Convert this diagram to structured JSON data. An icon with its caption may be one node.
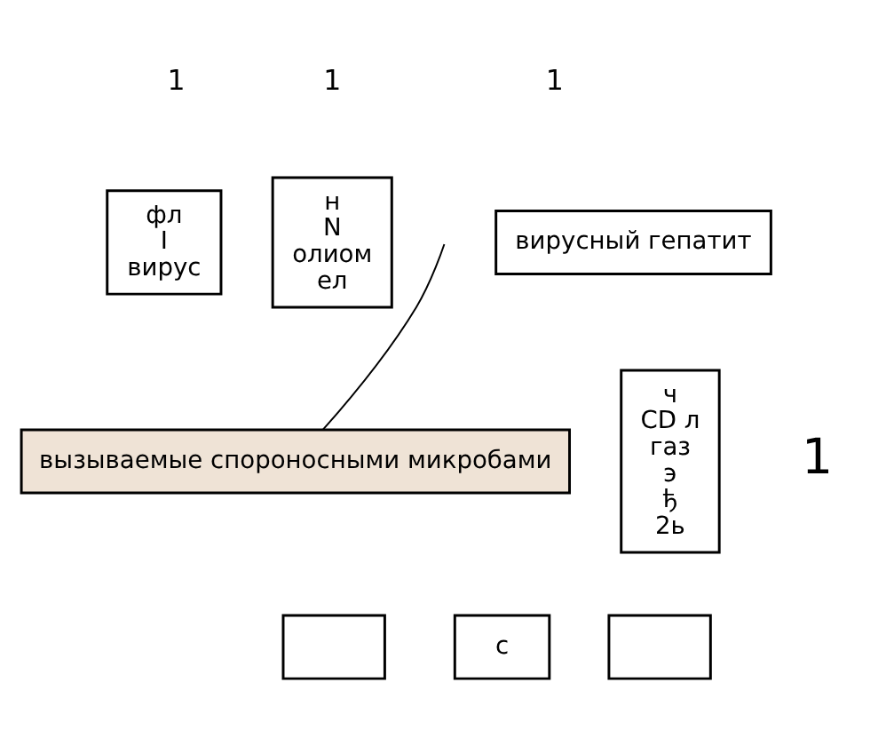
{
  "diagram": {
    "nodes": [
      {
        "text": [
          "фл",
          "I",
          "вирус"
        ]
      },
      {
        "text": [
          "н",
          "N",
          "олиом",
          "ел"
        ]
      },
      {
        "text": [
          "вирусный гепатит"
        ]
      },
      {
        "text": [
          "вызываемые спороносными микробами"
        ]
      },
      {
        "text": [
          "ч",
          "CD л",
          "газ",
          "э",
          "ђ",
          "2ь"
        ]
      },
      {
        "text": [],
        "shape": "box"
      },
      {
        "text": [
          "c"
        ]
      },
      {
        "text": [],
        "shape": "box"
      }
    ],
    "edges": [
      {
        "from": null,
        "to": 3,
        "arrow": "none"
      }
    ],
    "labels": [
      "1",
      "1",
      "1",
      "1"
    ]
  }
}
